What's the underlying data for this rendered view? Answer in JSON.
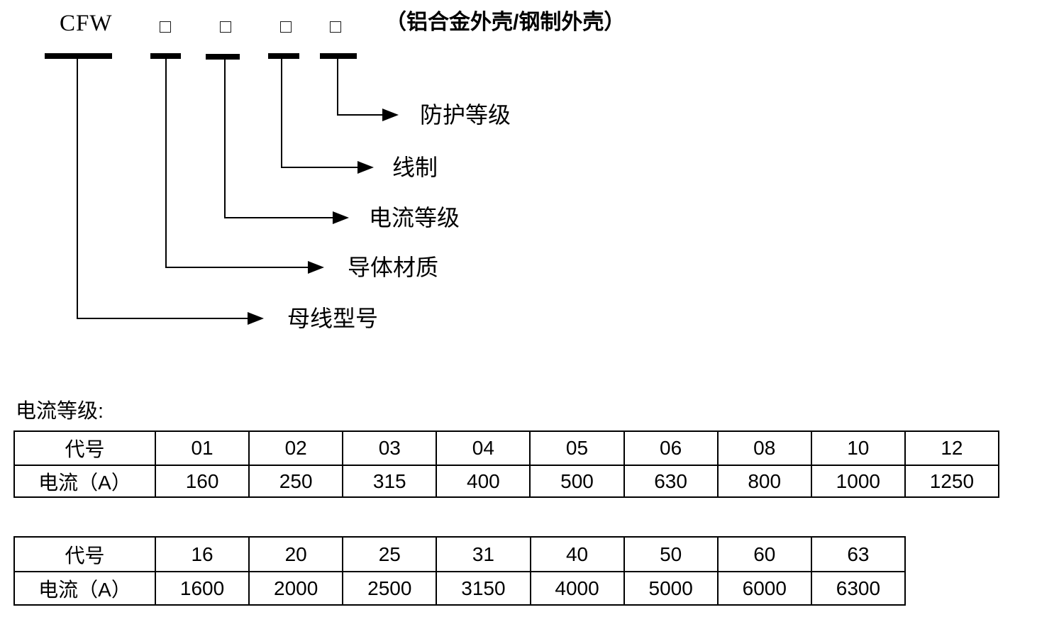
{
  "diagram": {
    "prefix": "CFW",
    "shell_note": "（铝合金外壳/钢制外壳）",
    "placeholder_box_count": 4,
    "icons": {
      "placeholder_box": "css-square-outline (□)",
      "arrowhead": "css-triangle-right (▶)"
    },
    "callouts": [
      {
        "label": "母线型号"
      },
      {
        "label": "导体材质"
      },
      {
        "label": "电流等级"
      },
      {
        "label": "线制"
      },
      {
        "label": "防护等级"
      }
    ]
  },
  "section_title": "电流等级:",
  "tables": [
    {
      "row_headers": [
        "代号",
        "电流（A）"
      ],
      "codes": [
        "01",
        "02",
        "03",
        "04",
        "05",
        "06",
        "08",
        "10",
        "12"
      ],
      "currents": [
        "160",
        "250",
        "315",
        "400",
        "500",
        "630",
        "800",
        "1000",
        "1250"
      ]
    },
    {
      "row_headers": [
        "代号",
        "电流（A）"
      ],
      "codes": [
        "16",
        "20",
        "25",
        "31",
        "40",
        "50",
        "60",
        "63"
      ],
      "currents": [
        "1600",
        "2000",
        "2500",
        "3150",
        "4000",
        "5000",
        "6000",
        "6300"
      ]
    }
  ]
}
